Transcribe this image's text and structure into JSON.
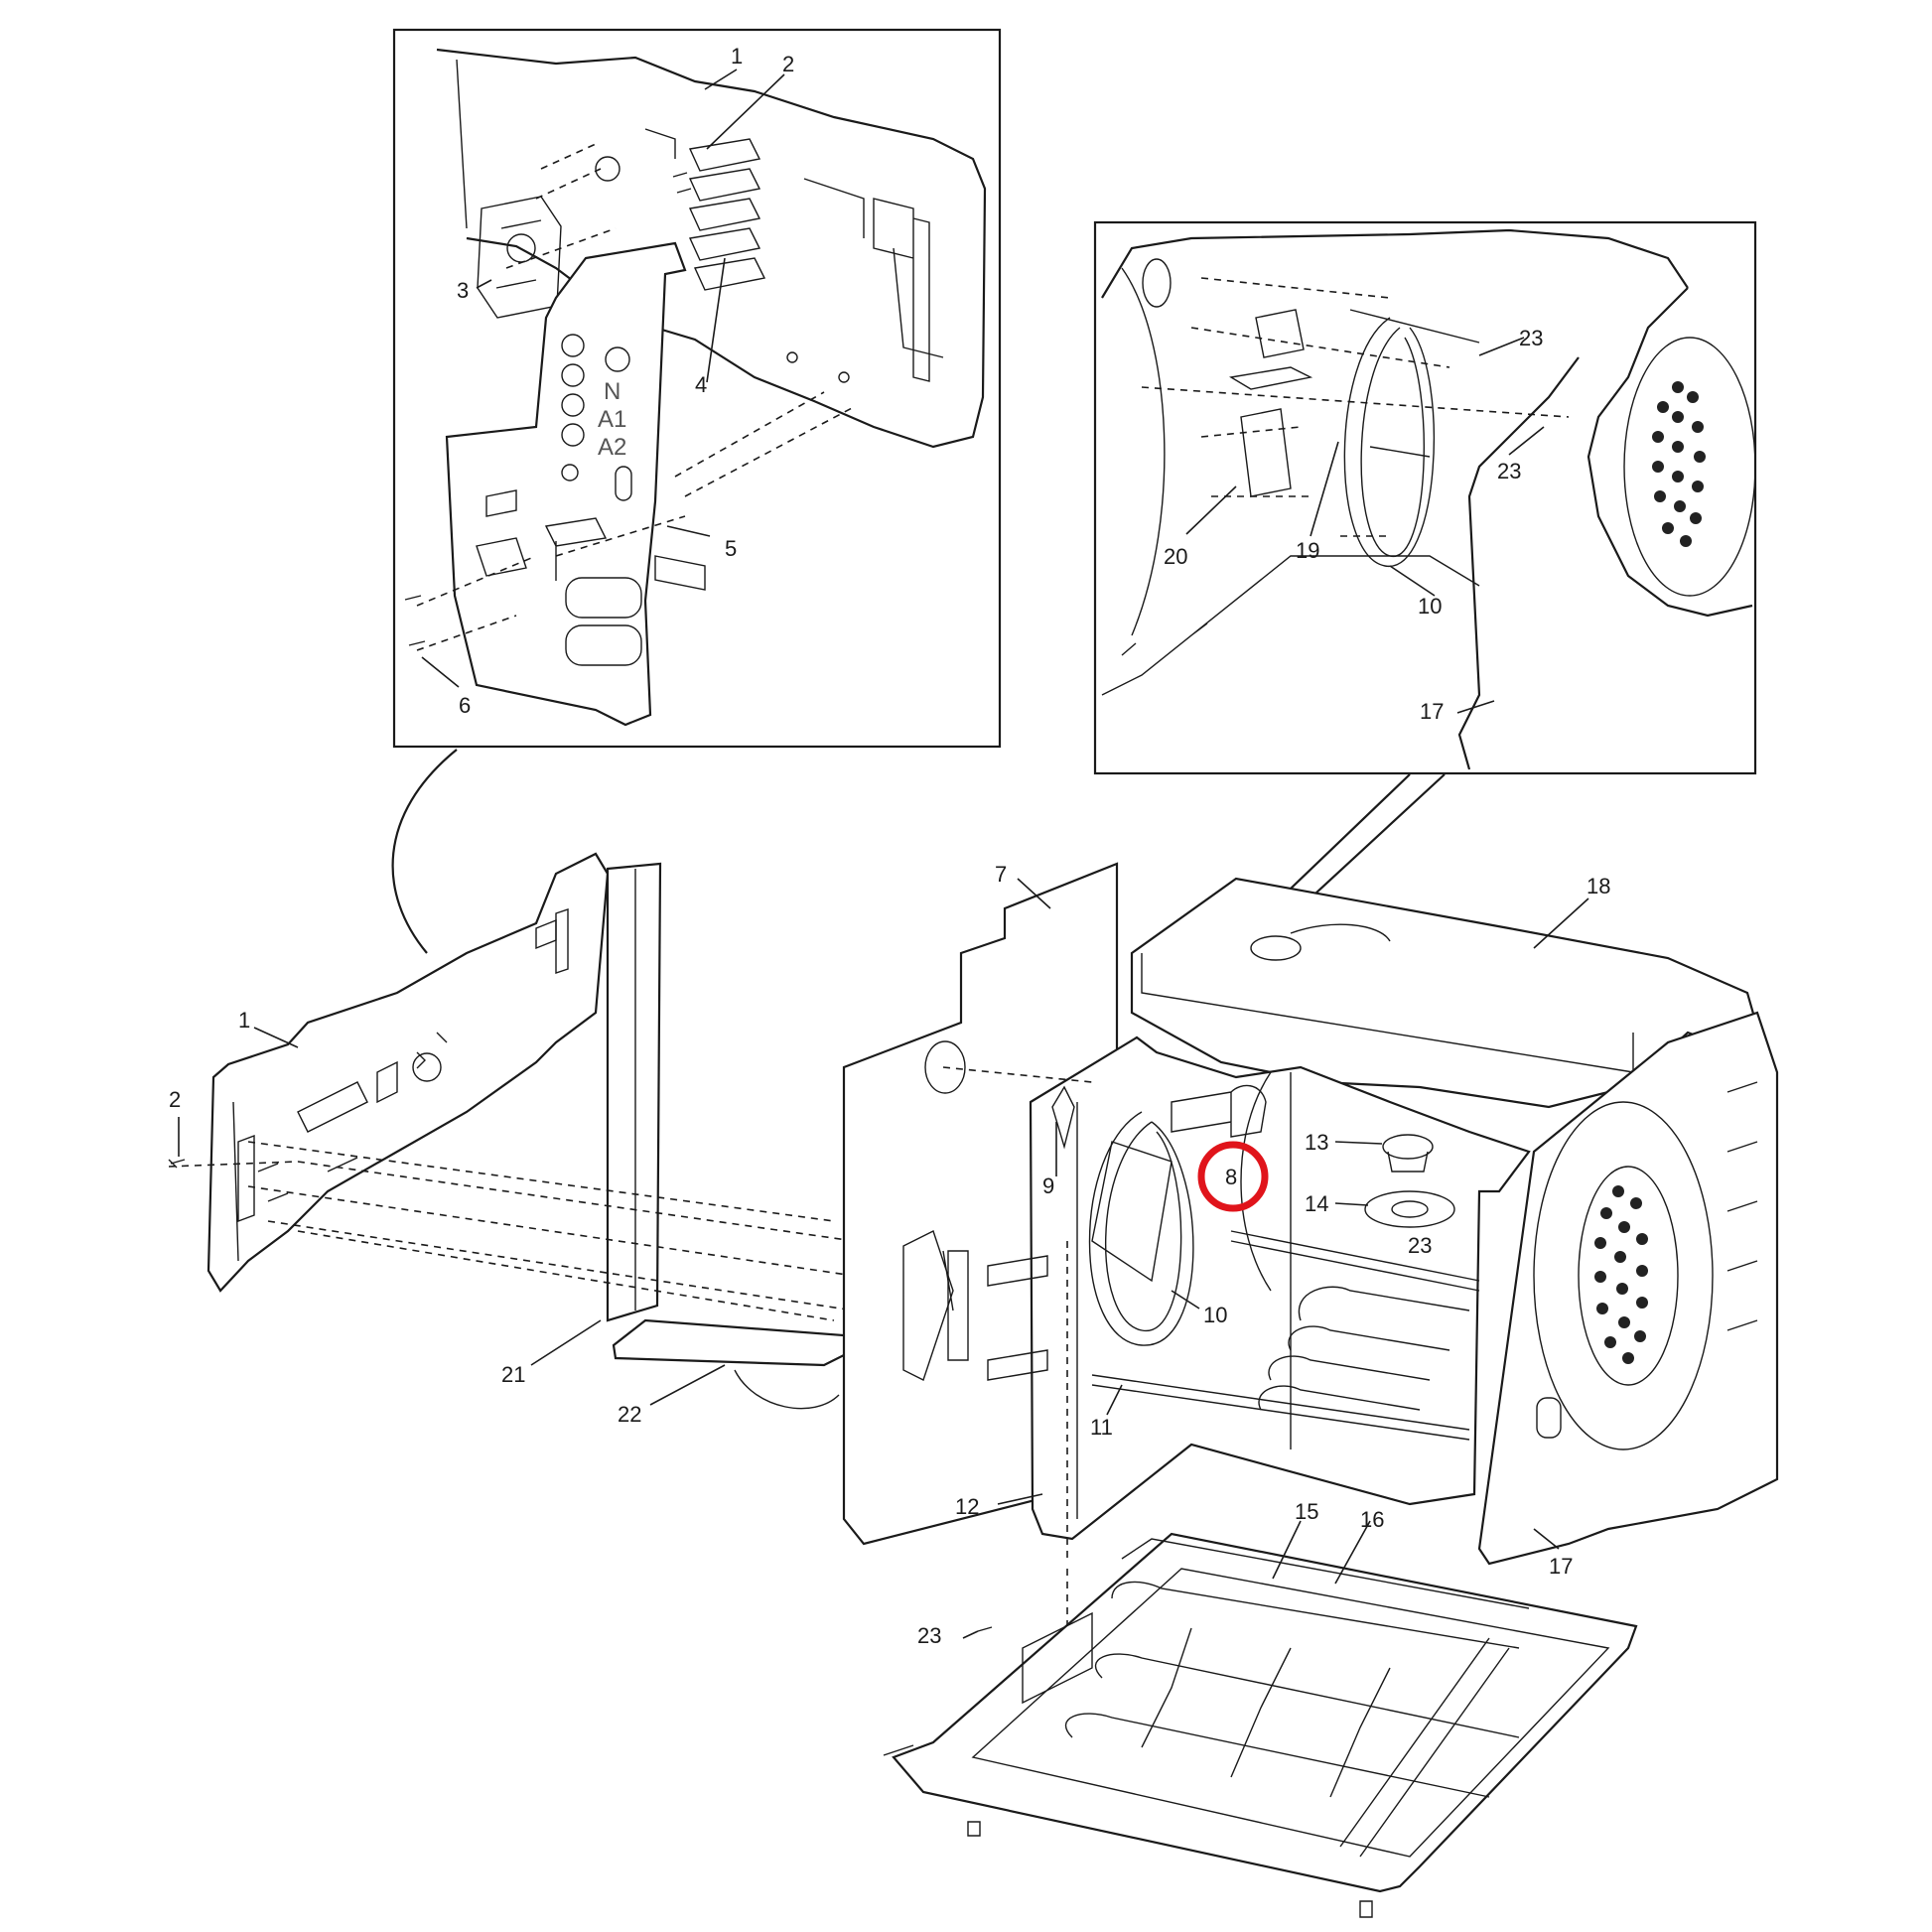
{
  "callouts": {
    "inset_top_left": [
      "1",
      "2",
      "3",
      "4",
      "5",
      "6"
    ],
    "inset_top_right": [
      "23",
      "23",
      "20",
      "19",
      "10",
      "17"
    ],
    "main": [
      "1",
      "2",
      "21",
      "22",
      "7",
      "18",
      "9",
      "8",
      "13",
      "14",
      "23",
      "10",
      "11",
      "12",
      "15",
      "16",
      "17",
      "23"
    ]
  },
  "terminal_marks": [
    "N",
    "A1",
    "A2"
  ],
  "colors": {
    "line": "#1a1a1a",
    "highlight": "#e0141b",
    "background": "#ffffff"
  },
  "highlighted_part": "8"
}
